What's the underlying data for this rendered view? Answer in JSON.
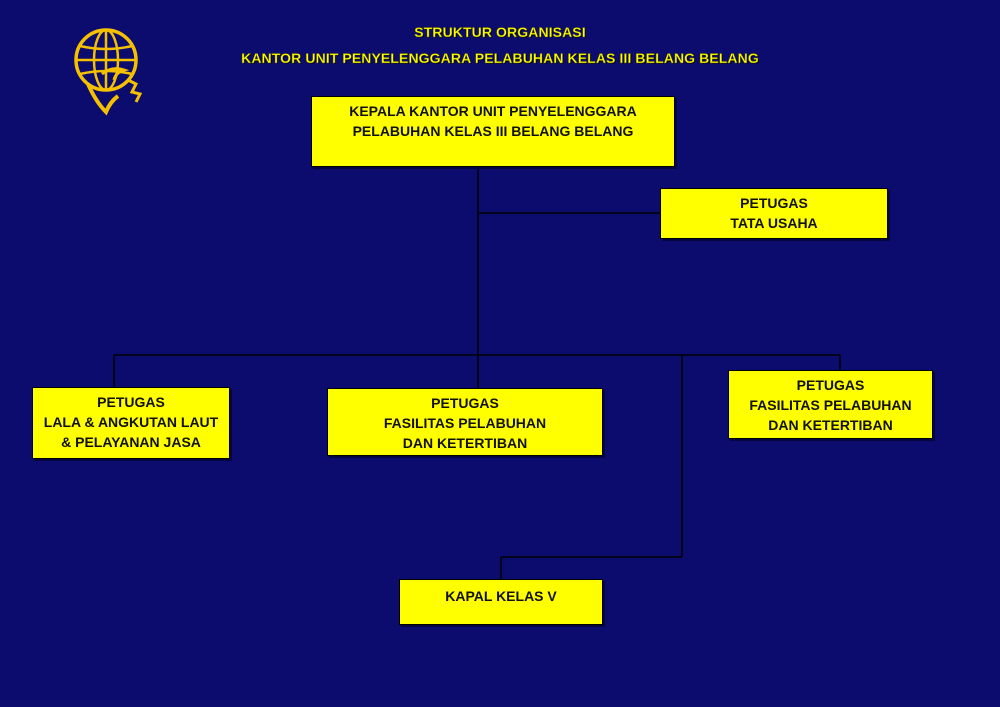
{
  "header": {
    "title_line1": "STRUKTUR ORGANISASI",
    "title_line2": "KANTOR UNIT PENYELENGGARA PELABUHAN KELAS III BELANG BELANG"
  },
  "logo": {
    "icon": "ministry-transport-emblem-icon",
    "color": "#f5c000"
  },
  "colors": {
    "background": "#0c0c6e",
    "box_fill": "#ffff00",
    "title_text": "#ffff00",
    "box_text": "#111111",
    "connector": "#000000"
  },
  "org": {
    "head": {
      "lines": [
        "KEPALA KANTOR UNIT PENYELENGGARA",
        "PELABUHAN KELAS III BELANG BELANG"
      ]
    },
    "tata_usaha": {
      "lines": [
        "PETUGAS",
        "TATA USAHA"
      ]
    },
    "lala": {
      "lines": [
        "PETUGAS",
        "LALA & ANGKUTAN LAUT",
        "& PELAYANAN JASA"
      ]
    },
    "fasilitas_1": {
      "lines": [
        "PETUGAS",
        "FASILITAS PELABUHAN",
        "DAN KETERTIBAN"
      ]
    },
    "fasilitas_2": {
      "lines": [
        "PETUGAS",
        "FASILITAS PELABUHAN",
        "DAN KETERTIBAN"
      ]
    },
    "kapal": {
      "lines": [
        "KAPAL KELAS V"
      ]
    }
  }
}
